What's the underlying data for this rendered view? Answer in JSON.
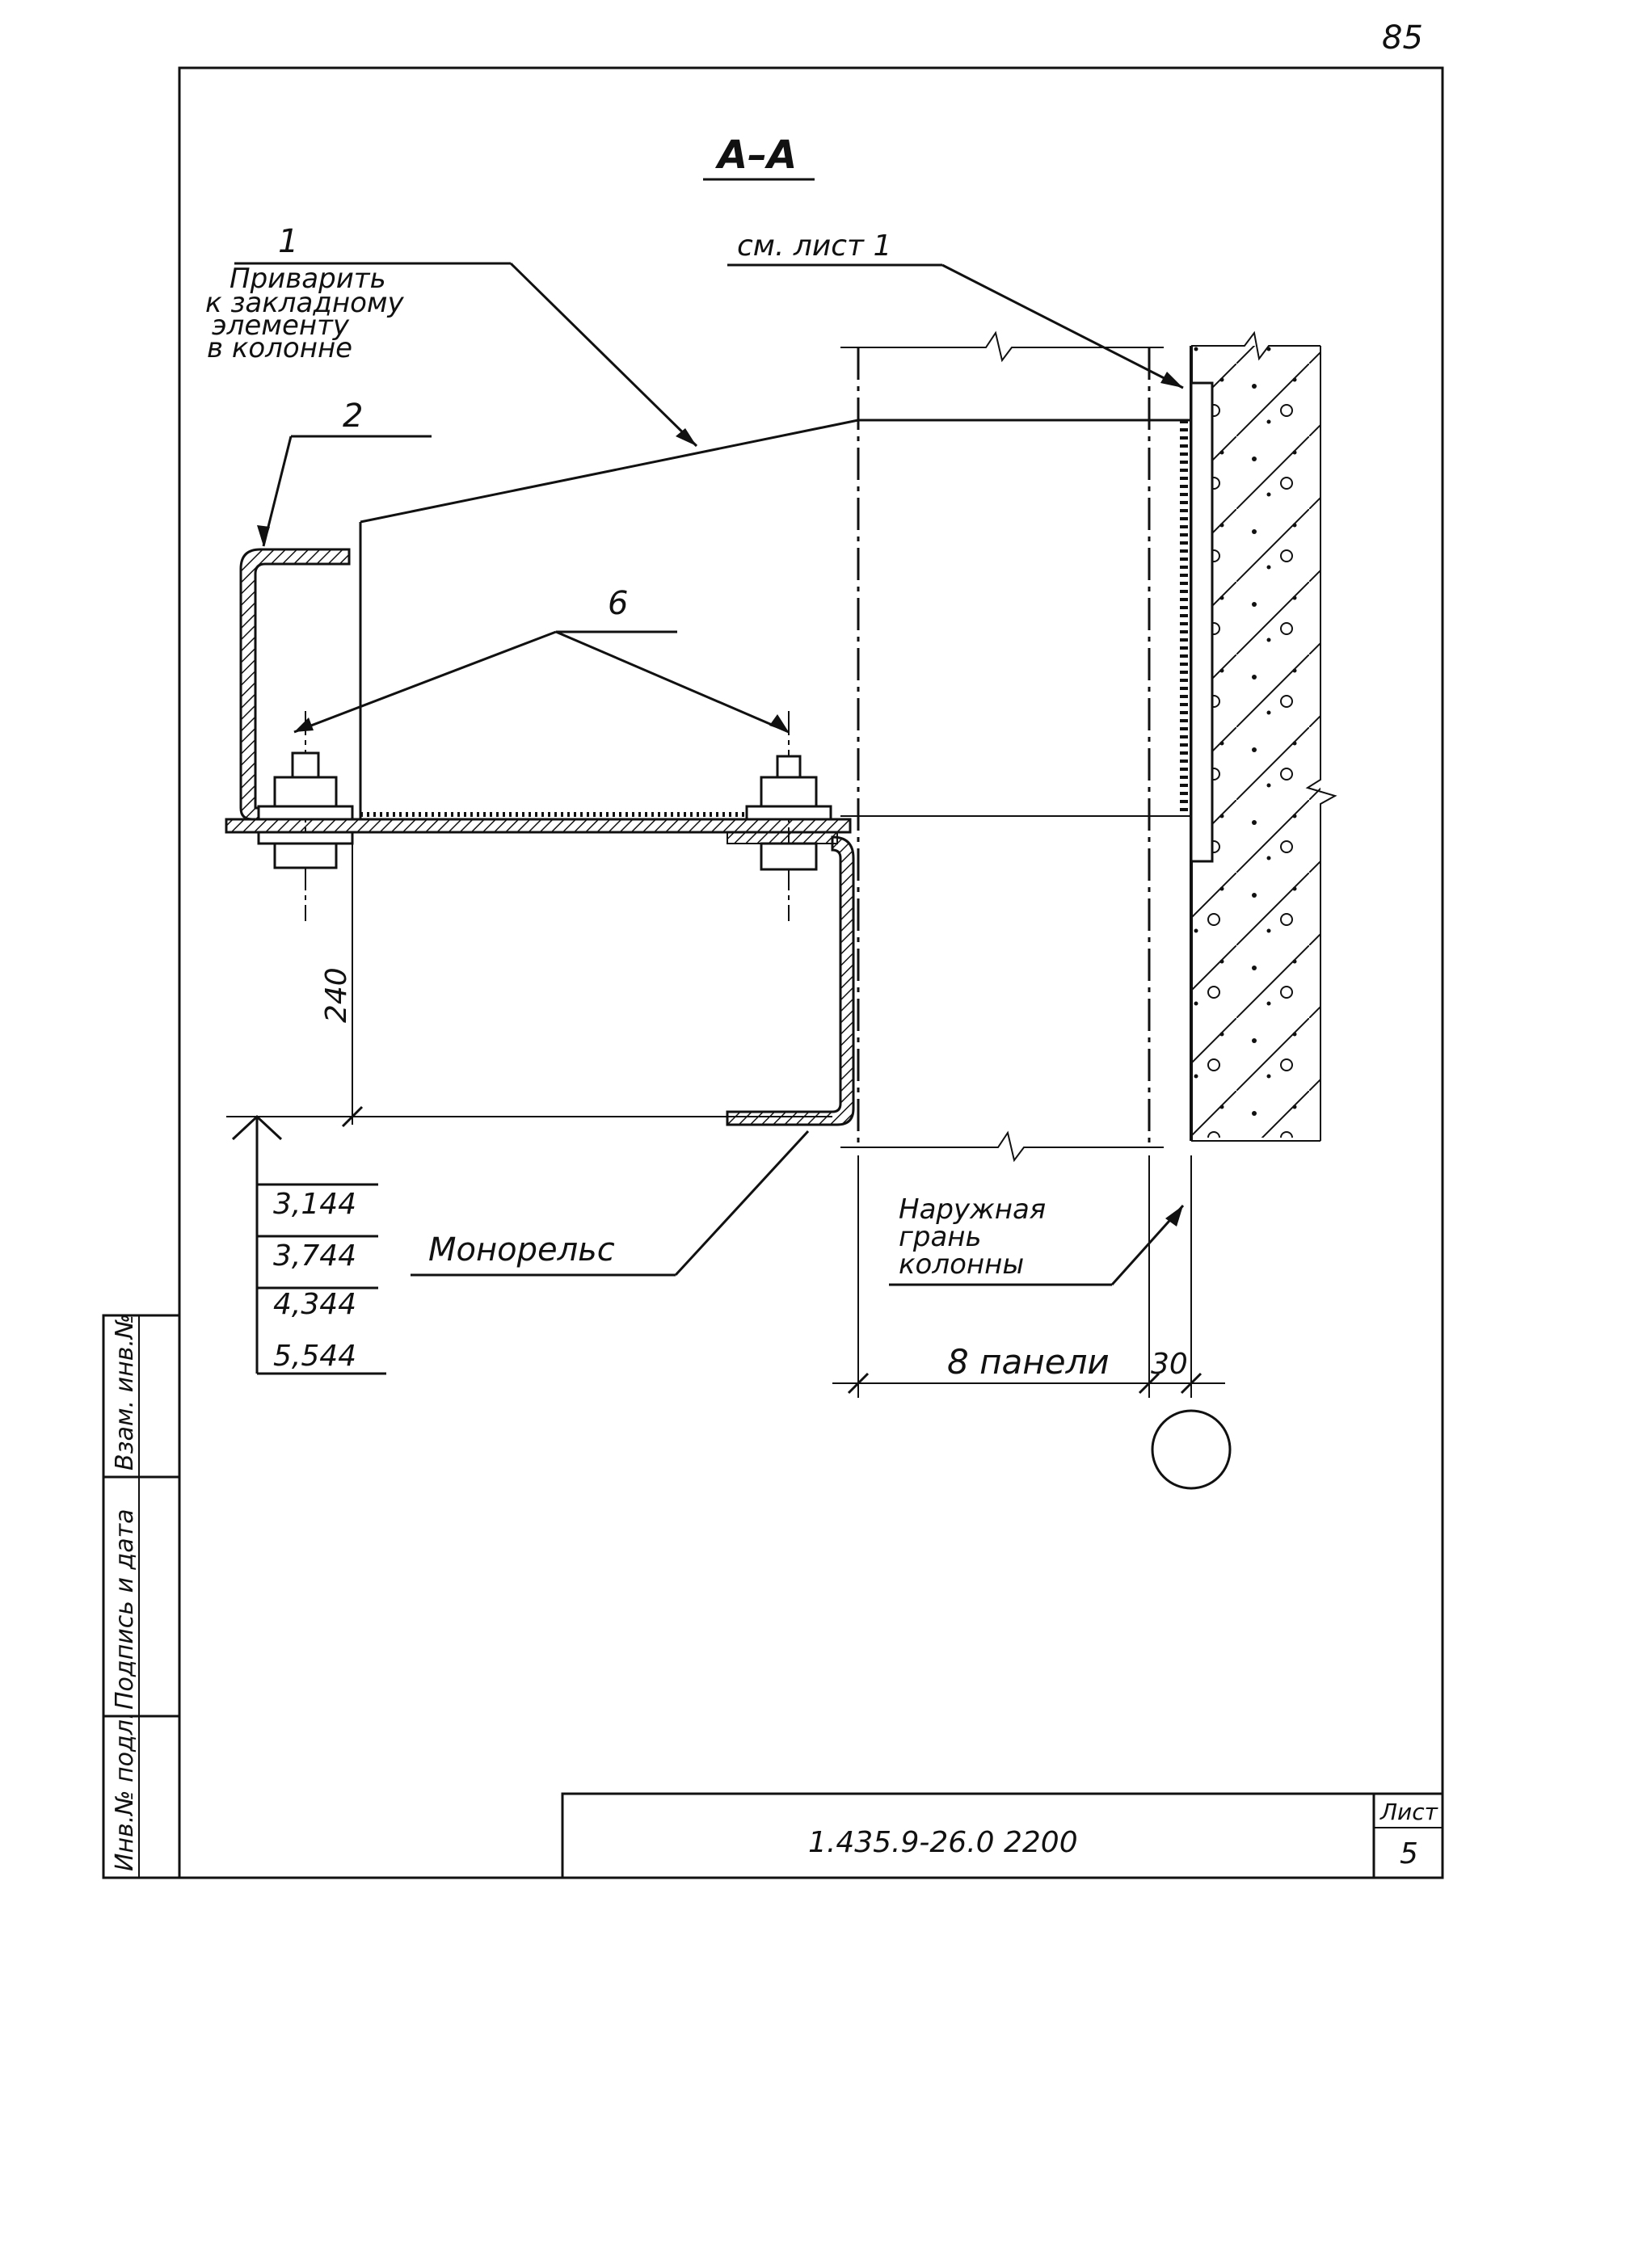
{
  "page_number": "85",
  "section_title": "A–A",
  "callouts": {
    "item_1": "1",
    "item_1_note": [
      "Приварить",
      "к закладному",
      "элементу",
      "в колонне"
    ],
    "item_2": "2",
    "item_6": "6",
    "see_sheet": "см. лист 1",
    "monorail": "Монорельс",
    "outer_face": [
      "Наружная",
      "грань",
      "колонны"
    ]
  },
  "dimensions": {
    "height_240": "240",
    "panel_width": "8 панели",
    "gap_30": "30"
  },
  "elevations": [
    "3,144",
    "3,744",
    "4,344",
    "5,544"
  ],
  "side_stamp": [
    "Инв.№ подл.",
    "Подпись и дата",
    "Взам. инв.№"
  ],
  "title_block": {
    "document_code": "1.435.9-26.0 2200",
    "sheet_label": "Лист",
    "sheet_number": "5"
  },
  "colors": {
    "ink": "#111111",
    "paper": "#ffffff"
  }
}
